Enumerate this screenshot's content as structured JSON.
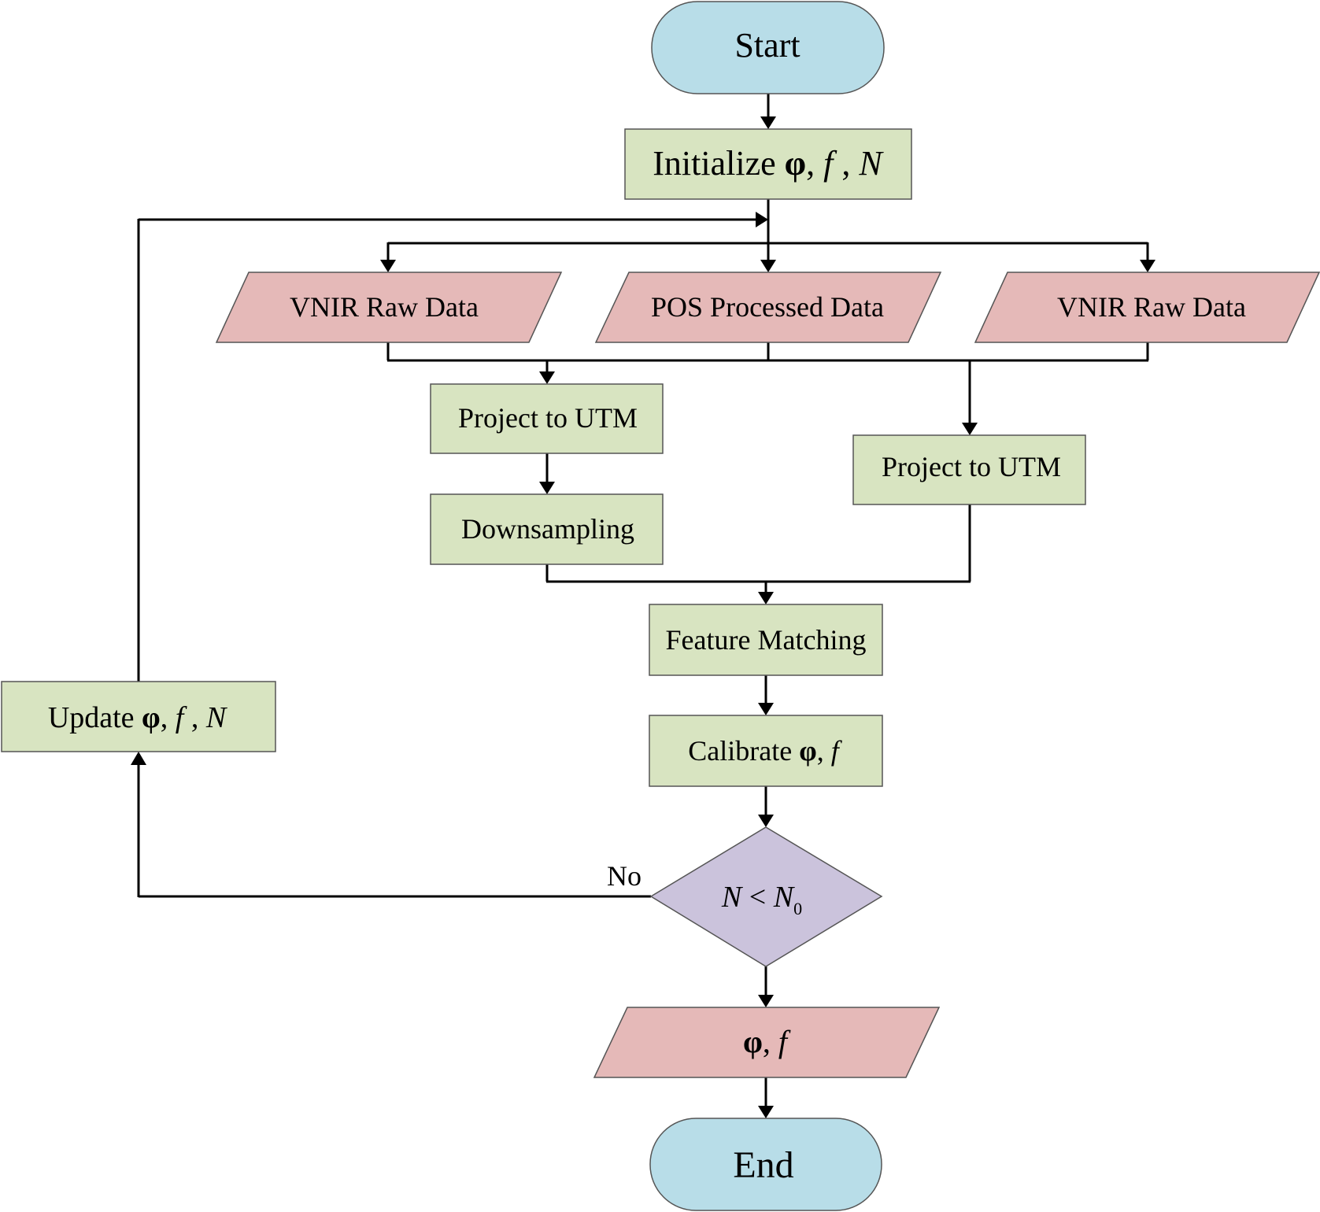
{
  "colors": {
    "terminal": "#b8dde8",
    "process": "#d8e4c1",
    "data": "#e5b9b8",
    "decision": "#cbc3dc",
    "line": "#000000"
  },
  "nodes": {
    "start": "Start",
    "initialize": {
      "text": "Initialize",
      "phi": "φ",
      "sep1": ", ",
      "f": "f",
      "sep2": " , ",
      "n": "N"
    },
    "vnir_left": "VNIR Raw Data",
    "pos": "POS Processed Data",
    "vnir_right": "VNIR Raw Data",
    "project_left": "Project to UTM",
    "downsampling": "Downsampling",
    "project_right": "Project to UTM",
    "feature_matching": "Feature Matching",
    "calibrate": {
      "text": "Calibrate",
      "phi": "φ",
      "sep": ", ",
      "f": "f"
    },
    "decision": {
      "n": "N",
      "op": " < ",
      "n0": "N",
      "sub": "0"
    },
    "output": {
      "phi": "φ",
      "sep": ", ",
      "f": "f"
    },
    "end": "End",
    "update": {
      "text": "Update",
      "phi": "φ",
      "sep1": ", ",
      "f": "f",
      "sep2": " , ",
      "n": "N"
    }
  },
  "edge_labels": {
    "no": "No"
  }
}
